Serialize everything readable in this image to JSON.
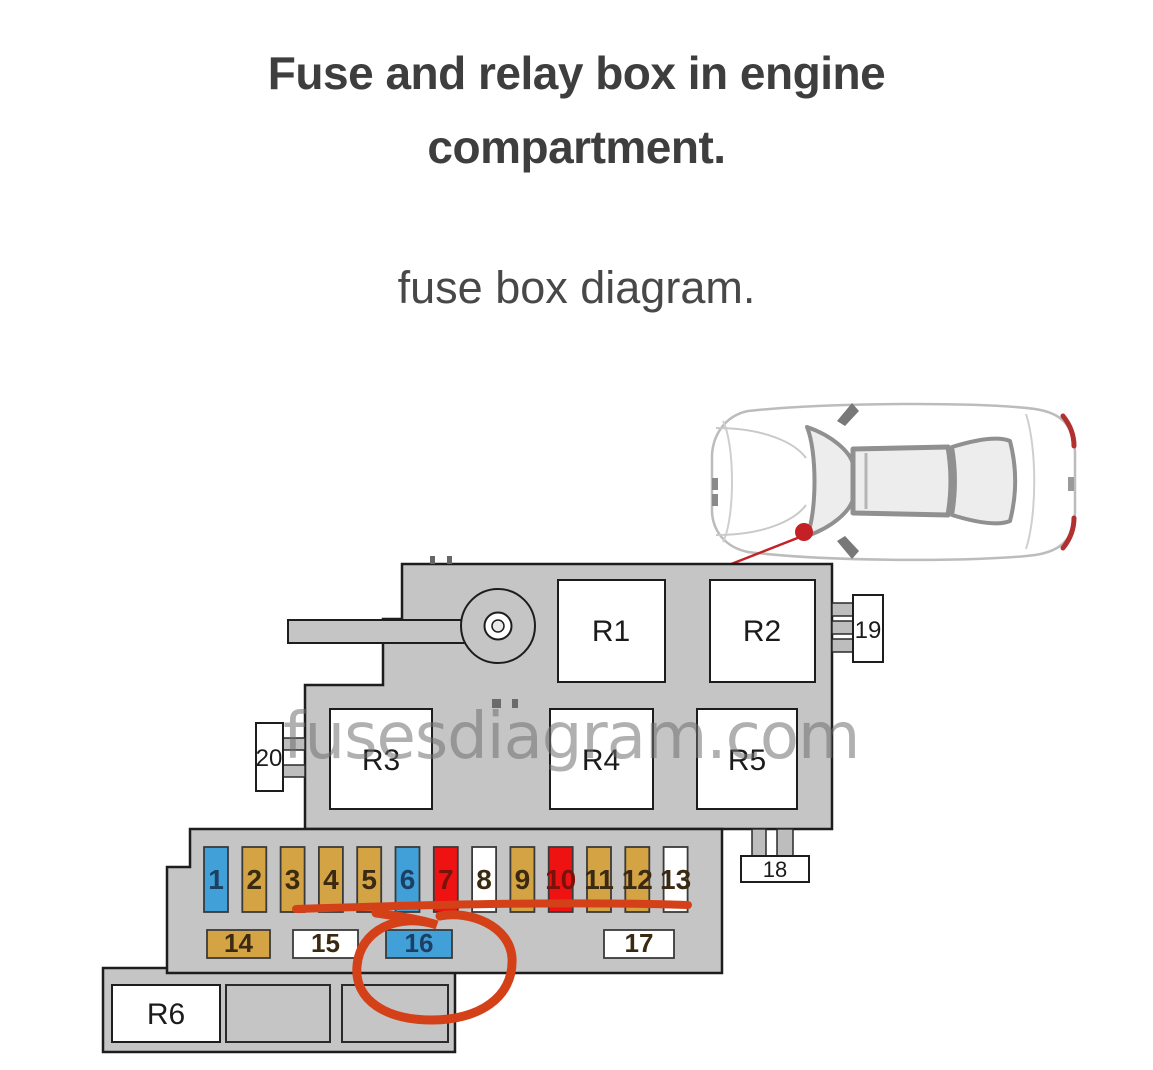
{
  "header": {
    "title_line1": "Fuse and relay box in engine",
    "title_line2": "compartment.",
    "subtitle": "fuse box diagram."
  },
  "watermark": {
    "text": "fusesdiagram.com"
  },
  "colors": {
    "box_gray": "#c5c5c5",
    "outline": "#1d1d1d",
    "fuse_tan": "#d4a343",
    "fuse_blue": "#41a0d8",
    "fuse_red": "#ee1212",
    "fuse_white": "#ffffff",
    "annotation_red": "#d44018",
    "location_dot_red": "#c32125",
    "label_dark": "#3a2a12",
    "label_on_red": "#7a120c",
    "label_on_blue": "#1c3f63"
  },
  "diagram": {
    "relays": [
      {
        "label": "R1"
      },
      {
        "label": "R2"
      },
      {
        "label": "R3"
      },
      {
        "label": "R4"
      },
      {
        "label": "R5"
      },
      {
        "label": "R6"
      }
    ],
    "connectors": [
      "18",
      "19",
      "20"
    ],
    "fuse_row1": [
      {
        "label": "1",
        "color": "blue"
      },
      {
        "label": "2",
        "color": "tan"
      },
      {
        "label": "3",
        "color": "tan"
      },
      {
        "label": "4",
        "color": "tan"
      },
      {
        "label": "5",
        "color": "tan"
      },
      {
        "label": "6",
        "color": "blue"
      },
      {
        "label": "7",
        "color": "red"
      },
      {
        "label": "8",
        "color": "white"
      },
      {
        "label": "9",
        "color": "tan"
      },
      {
        "label": "10",
        "color": "red"
      },
      {
        "label": "11",
        "color": "tan"
      },
      {
        "label": "12",
        "color": "tan"
      },
      {
        "label": "13",
        "color": "white"
      }
    ],
    "fuse_row2": [
      {
        "label": "14",
        "color": "tan"
      },
      {
        "label": "15",
        "color": "white"
      },
      {
        "label": "16",
        "color": "blue"
      },
      {
        "label": "17",
        "color": "white"
      }
    ],
    "annotation": {
      "circled_fuse": "16"
    }
  }
}
